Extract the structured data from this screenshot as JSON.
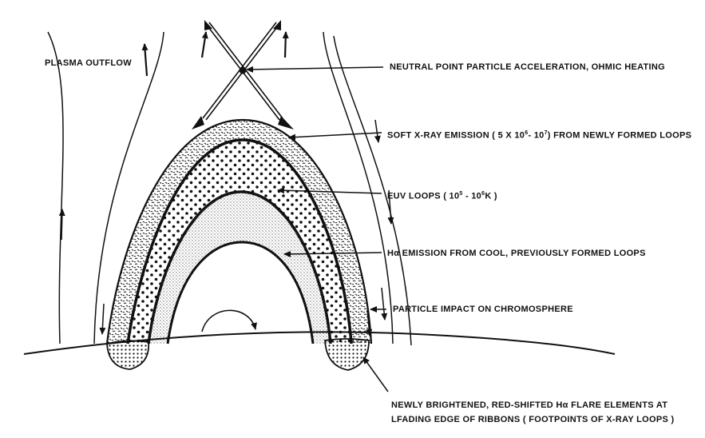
{
  "labels": {
    "plasma_outflow": "PLASMA OUTFLOW",
    "neutral_point": "NEUTRAL POINT PARTICLE ACCELERATION, OHMIC HEATING",
    "soft_xray_a": "SOFT X-RAY EMISSION ( 5 X 10",
    "soft_xray_exp1": "6",
    "soft_xray_b": "- 10",
    "soft_xray_exp2": "7",
    "soft_xray_c": ") FROM NEWLY FORMED LOOPS",
    "euv_a": "EUV LOOPS  ( 10",
    "euv_exp1": "5",
    "euv_b": " - 10",
    "euv_exp2": "6",
    "euv_c": "K )",
    "halpha": "Hα EMISSION FROM COOL, PREVIOUSLY FORMED LOOPS",
    "particle_impact": "PARTICLE IMPACT ON CHROMOSPHERE",
    "footpoints_line1": "NEWLY BRIGHTENED, RED-SHIFTED Hα FLARE ELEMENTS AT",
    "footpoints_line2": "LFADING EDGE OF RIBBONS ( FOOTPOINTS OF X-RAY LOOPS )"
  },
  "colors": {
    "ink": "#111111",
    "background": "#ffffff"
  }
}
